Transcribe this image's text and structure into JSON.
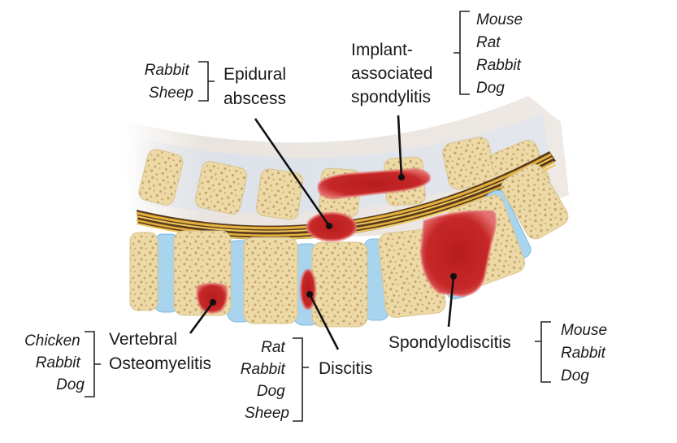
{
  "labels": {
    "epidural_abscess": [
      "Epidural",
      "abscess"
    ],
    "implant_spondylitis": [
      "Implant-",
      "associated",
      "spondylitis"
    ],
    "vertebral_osteomyelitis": [
      "Vertebral",
      "Osteomyelitis"
    ],
    "discitis": [
      "Discitis"
    ],
    "spondylodiscitis": [
      "Spondylodiscitis"
    ]
  },
  "species": {
    "epidural_abscess": [
      "Rabbit",
      "Sheep"
    ],
    "implant_spondylitis": [
      "Mouse",
      "Rat",
      "Rabbit",
      "Dog"
    ],
    "vertebral_osteomyelitis": [
      "Chicken",
      "Rabbit",
      "Dog"
    ],
    "discitis": [
      "Rat",
      "Rabbit",
      "Dog",
      "Sheep"
    ],
    "spondylodiscitis": [
      "Mouse",
      "Rabbit",
      "Dog"
    ]
  },
  "colors": {
    "lesion": "#c62828",
    "lesion_glow": "#e57373",
    "bone": "#ecd9a6",
    "bone_spots": "#c4a36a",
    "disc": "#a9d4ee",
    "spinal_cord": "#e3b23c",
    "cord_dark": "#5a3a1e",
    "tissue": "#e8e3dd"
  }
}
